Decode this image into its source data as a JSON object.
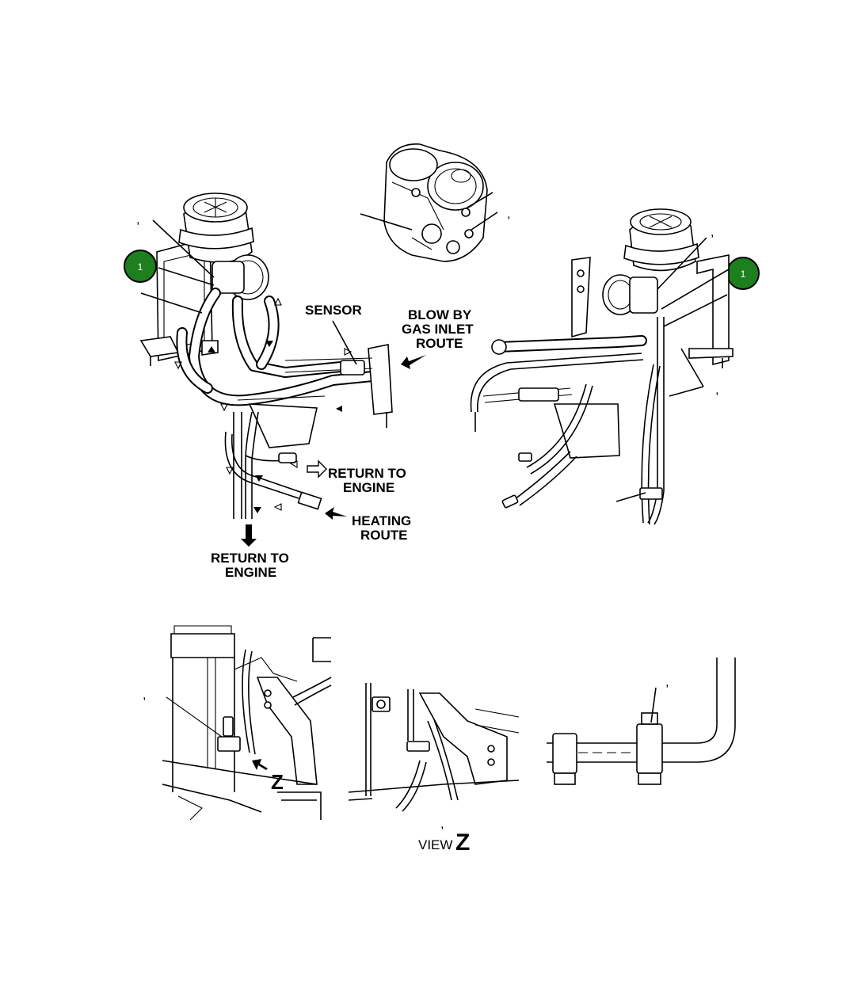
{
  "labels": {
    "sensor": "SENSOR",
    "blowby_1": "BLOW BY",
    "blowby_2": "GAS INLET",
    "blowby_3": "ROUTE",
    "return_right_1": "RETURN TO",
    "return_right_2": "ENGINE",
    "heating_1": "HEATING",
    "heating_2": "ROUTE",
    "return_bottom_1": "RETURN TO",
    "return_bottom_2": "ENGINE",
    "z_marker": "Z",
    "view": "VIEW",
    "view_letter": "Z"
  },
  "callouts": {
    "left": "1",
    "right": "1"
  },
  "commas": [
    ",",
    ",",
    ",",
    ",",
    ",",
    ",",
    ",",
    ","
  ],
  "colors": {
    "callout_fill": "#1e7f1e",
    "callout_text": "#ffffff",
    "line": "#000000"
  }
}
